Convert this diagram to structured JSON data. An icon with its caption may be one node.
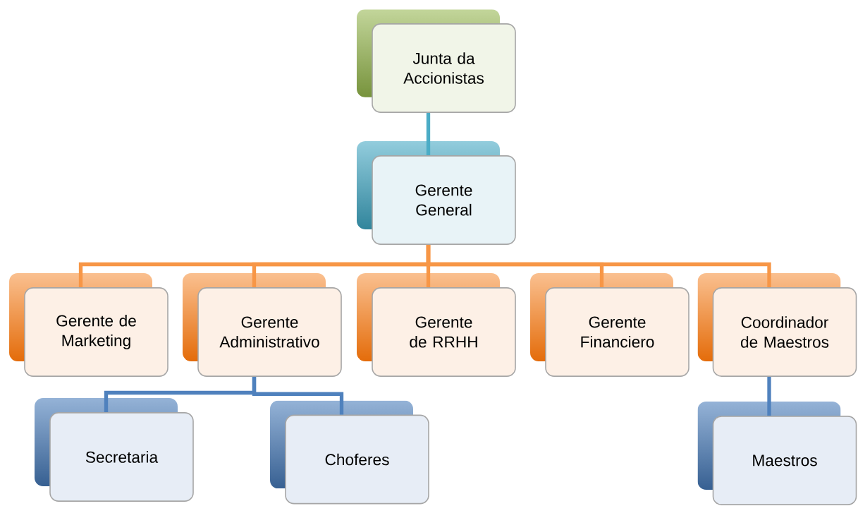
{
  "diagram": {
    "nodes": [
      {
        "text": [
          "Junta da Accionistas"
        ]
      },
      {
        "text": [
          "Gerente General"
        ]
      },
      {
        "text": [
          "Gerente de Marketing"
        ]
      },
      {
        "text": [
          "Gerente Administrativo"
        ]
      },
      {
        "text": [
          "Gerente de RRHH"
        ]
      },
      {
        "text": [
          "Gerente Financiero"
        ]
      },
      {
        "text": [
          "Coordinador de Maestros"
        ]
      },
      {
        "text": [
          "Secretaria"
        ]
      },
      {
        "text": [
          "Choferes"
        ]
      },
      {
        "text": [
          "Maestros"
        ]
      }
    ],
    "edges": [
      {
        "from": 0,
        "to": 1,
        "arrow": "none",
        "color": "#4bacc6"
      },
      {
        "from": 1,
        "to": 2,
        "arrow": "none"
      },
      {
        "from": 1,
        "to": 3,
        "arrow": "none"
      },
      {
        "from": 1,
        "to": 4,
        "arrow": "none"
      },
      {
        "from": 1,
        "to": 5,
        "arrow": "none"
      },
      {
        "from": 1,
        "to": 6,
        "arrow": "none"
      },
      {
        "from": 3,
        "to": 7,
        "arrow": "none",
        "color": "#4f81bd"
      },
      {
        "from": 3,
        "to": 8,
        "arrow": "none",
        "color": "#4f81bd"
      },
      {
        "from": 6,
        "to": 9,
        "arrow": "none",
        "color": "#4f81bd"
      }
    ]
  }
}
